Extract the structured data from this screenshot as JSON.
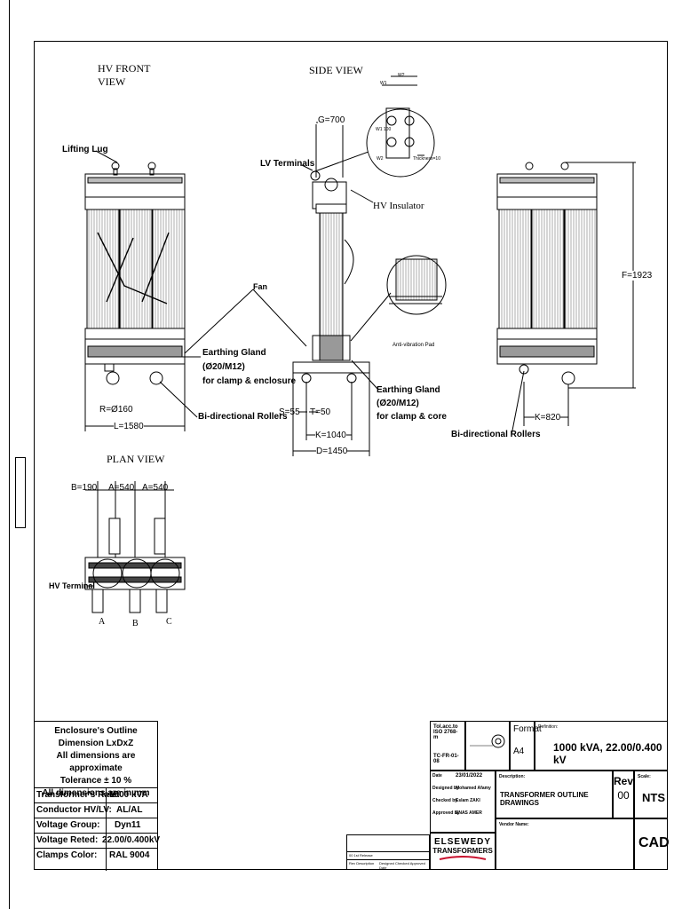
{
  "views": {
    "hv_front": "HV FRONT\nVIEW",
    "side": "SIDE VIEW",
    "plan": "PLAN VIEW"
  },
  "labels": {
    "lifting_lug": "Lifting Lug",
    "lv_terminals": "LV Terminals",
    "hv_insulator": "HV Insulator",
    "fan": "Fan",
    "earthing_gland_1": "Earthing Gland",
    "earthing_gland_1b": "(Ø20/M12)",
    "earthing_gland_1c": "for clamp & enclosure",
    "earthing_gland_2": "Earthing Gland",
    "earthing_gland_2b": "(Ø20/M12)",
    "earthing_gland_2c": "for clamp & core",
    "bi_rollers_1": "Bi-directional Rollers",
    "bi_rollers_2": "Bi-directional Rollers",
    "anti_vibration": "Anti-vibration Pad",
    "thickness": "Thickness=10",
    "hv_terminals": "HV Terminal",
    "phase_a": "A",
    "phase_b": "B",
    "phase_c": "C"
  },
  "dimensions": {
    "g": "G=700",
    "r": "R=Ø160",
    "l": "L=1580",
    "s": "S=55",
    "t": "T=50",
    "k_side": "K=1040",
    "d": "D=1450",
    "f": "F=1923",
    "k_right": "K=820",
    "b_plan": "B=190",
    "a1_plan": "A=540",
    "a2_plan": "A=540",
    "w1": "W1",
    "w2": "W2",
    "w1_100": "W1 100",
    "w2_small": "W2"
  },
  "info_table": {
    "heading_1": "Enclosure's Outline Dimension LxDxZ",
    "heading_2": "All dimensions are approximate",
    "heading_3": "Tolerance ± 10 %",
    "heading_4": "All dimensions are in mm",
    "rows": [
      {
        "label": "Transformer's Rate:",
        "value": "1000 kVA"
      },
      {
        "label": "Conductor HV/LV:",
        "value": "AL/AL"
      },
      {
        "label": "Voltage Group:",
        "value": "Dyn11"
      },
      {
        "label": "Voltage Reted:",
        "value": "22.00/0.400kV"
      },
      {
        "label": "Clamps Color:",
        "value": "RAL 9004"
      }
    ]
  },
  "title_block": {
    "tol_line1": "Tol.acc.to",
    "tol_line2": "ISO 2768-m",
    "doc_no": "TC-FR-01-08",
    "format_label": "Format",
    "format_value": "A4",
    "definition_label": "Definition:",
    "definition_value": "1000 kVA, 22.00/0.400 kV",
    "date_label": "Date",
    "date_value": "23/01/2022",
    "designed_label": "Designed by",
    "designed_value": "Mohamed Afamy",
    "checked_label": "Checked by",
    "checked_value": "Eslam ZAKI",
    "approved_label": "Approved by",
    "approved_value": "ENAS AMER",
    "description_label": "Description:",
    "description_value": "TRANSFORMER OUTLINE DRAWINGS",
    "rev_label": "Rev.",
    "rev_value": "00",
    "scale_label": "Scale:",
    "scale_value": "NTS",
    "vendor_label": "Vendor Name:",
    "cad": "CAD",
    "logo_1": "ELSEWEDY",
    "logo_2": "TRANSFORMERS",
    "rev_row_1": "00  1st Release",
    "rev_row_2": "Rev  Description",
    "rev_cols": "Designed  Checked  Approved  Date"
  },
  "colors": {
    "line": "#000000",
    "coil_fill": "#d8d8d8",
    "base_fill": "#9a9a9a",
    "logo_red": "#c8102e"
  }
}
